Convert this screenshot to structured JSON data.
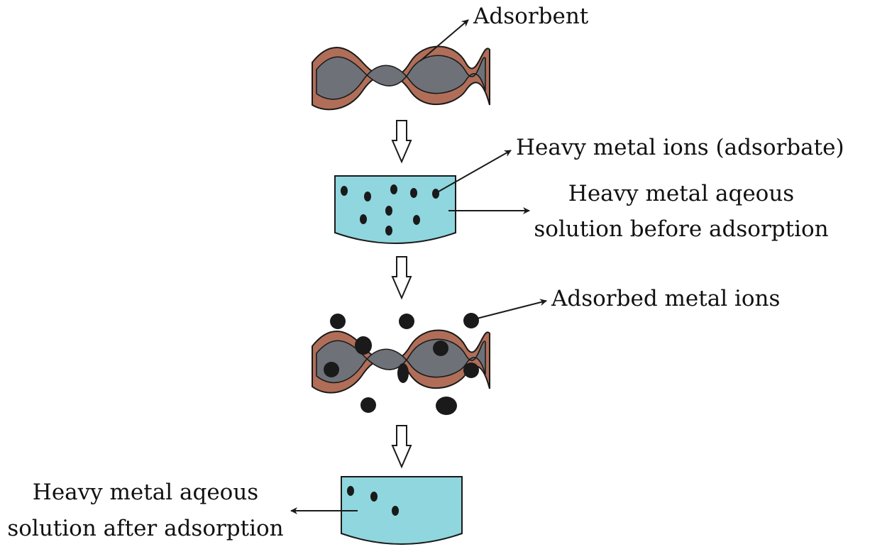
{
  "labels": {
    "adsorbent": "Adsorbent",
    "heavy_metal_ions": "Heavy metal ions (adsorbate)",
    "before_line1": "Heavy metal aqeous",
    "before_line2": "solution before adsorption",
    "adsorbed": "Adsorbed metal ions",
    "after_line1": "Heavy metal aqeous",
    "after_line2": "solution after adsorption"
  },
  "colors": {
    "adsorbent_outer": "#b06e58",
    "adsorbent_inner": "#6e7278",
    "solution": "#8fd6de",
    "ion": "#1a1a1a",
    "stroke": "#1a1a1a"
  }
}
